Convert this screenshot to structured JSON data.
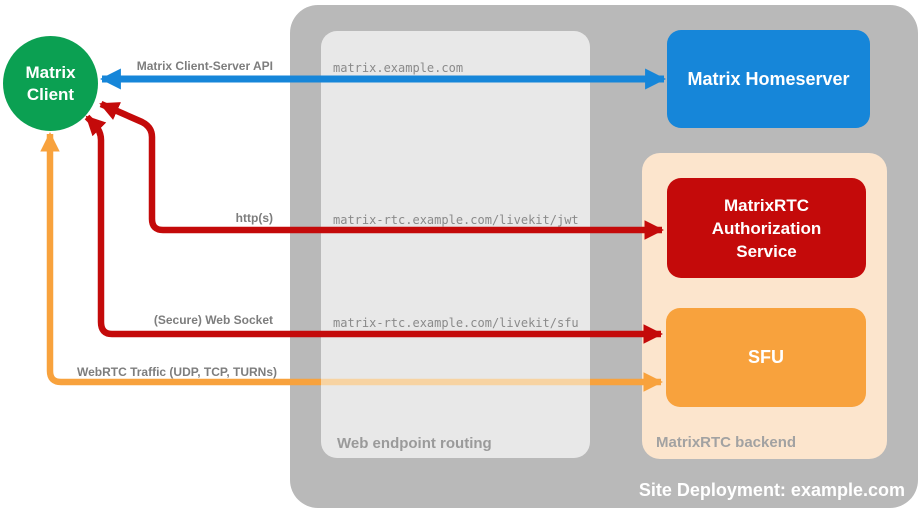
{
  "nodes": {
    "client": {
      "label_line1": "Matrix",
      "label_line2": "Client"
    },
    "homeserver": {
      "label": "Matrix Homeserver"
    },
    "auth_service": {
      "label": "MatrixRTC Authorization Service"
    },
    "sfu": {
      "label": "SFU"
    }
  },
  "containers": {
    "routing": {
      "title": "Web endpoint routing"
    },
    "backend": {
      "title": "MatrixRTC backend"
    },
    "site": {
      "title": "Site Deployment: example.com"
    }
  },
  "endpoints": [
    "matrix.example.com",
    "matrix-rtc.example.com/livekit/jwt",
    "matrix-rtc.example.com/livekit/sfu"
  ],
  "connections": [
    {
      "label": "Matrix Client-Server API",
      "from": "Matrix Client",
      "to": "Matrix Homeserver",
      "direction": "bidirectional",
      "color": "#1686d9"
    },
    {
      "label": "http(s)",
      "from": "Matrix Client",
      "to": "MatrixRTC Authorization Service",
      "direction": "bidirectional",
      "color": "#c40a0a"
    },
    {
      "label": "(Secure) Web Socket",
      "from": "Matrix Client",
      "to": "SFU",
      "direction": "bidirectional",
      "color": "#c40a0a"
    },
    {
      "label": "WebRTC Traffic (UDP, TCP, TURNs)",
      "from": "Matrix Client",
      "to": "SFU",
      "direction": "bidirectional",
      "color": "#f8a23d"
    }
  ],
  "colors": {
    "client_green": "#0ba052",
    "homeserver_blue": "#1686d9",
    "service_red": "#c40a0a",
    "sfu_orange": "#f8a23d",
    "sfu_orange_faint": "#f7d3a2",
    "backend_peach": "#fce5cd",
    "site_gray": "#b9b9b9",
    "routing_gray": "#e8e8e8"
  }
}
